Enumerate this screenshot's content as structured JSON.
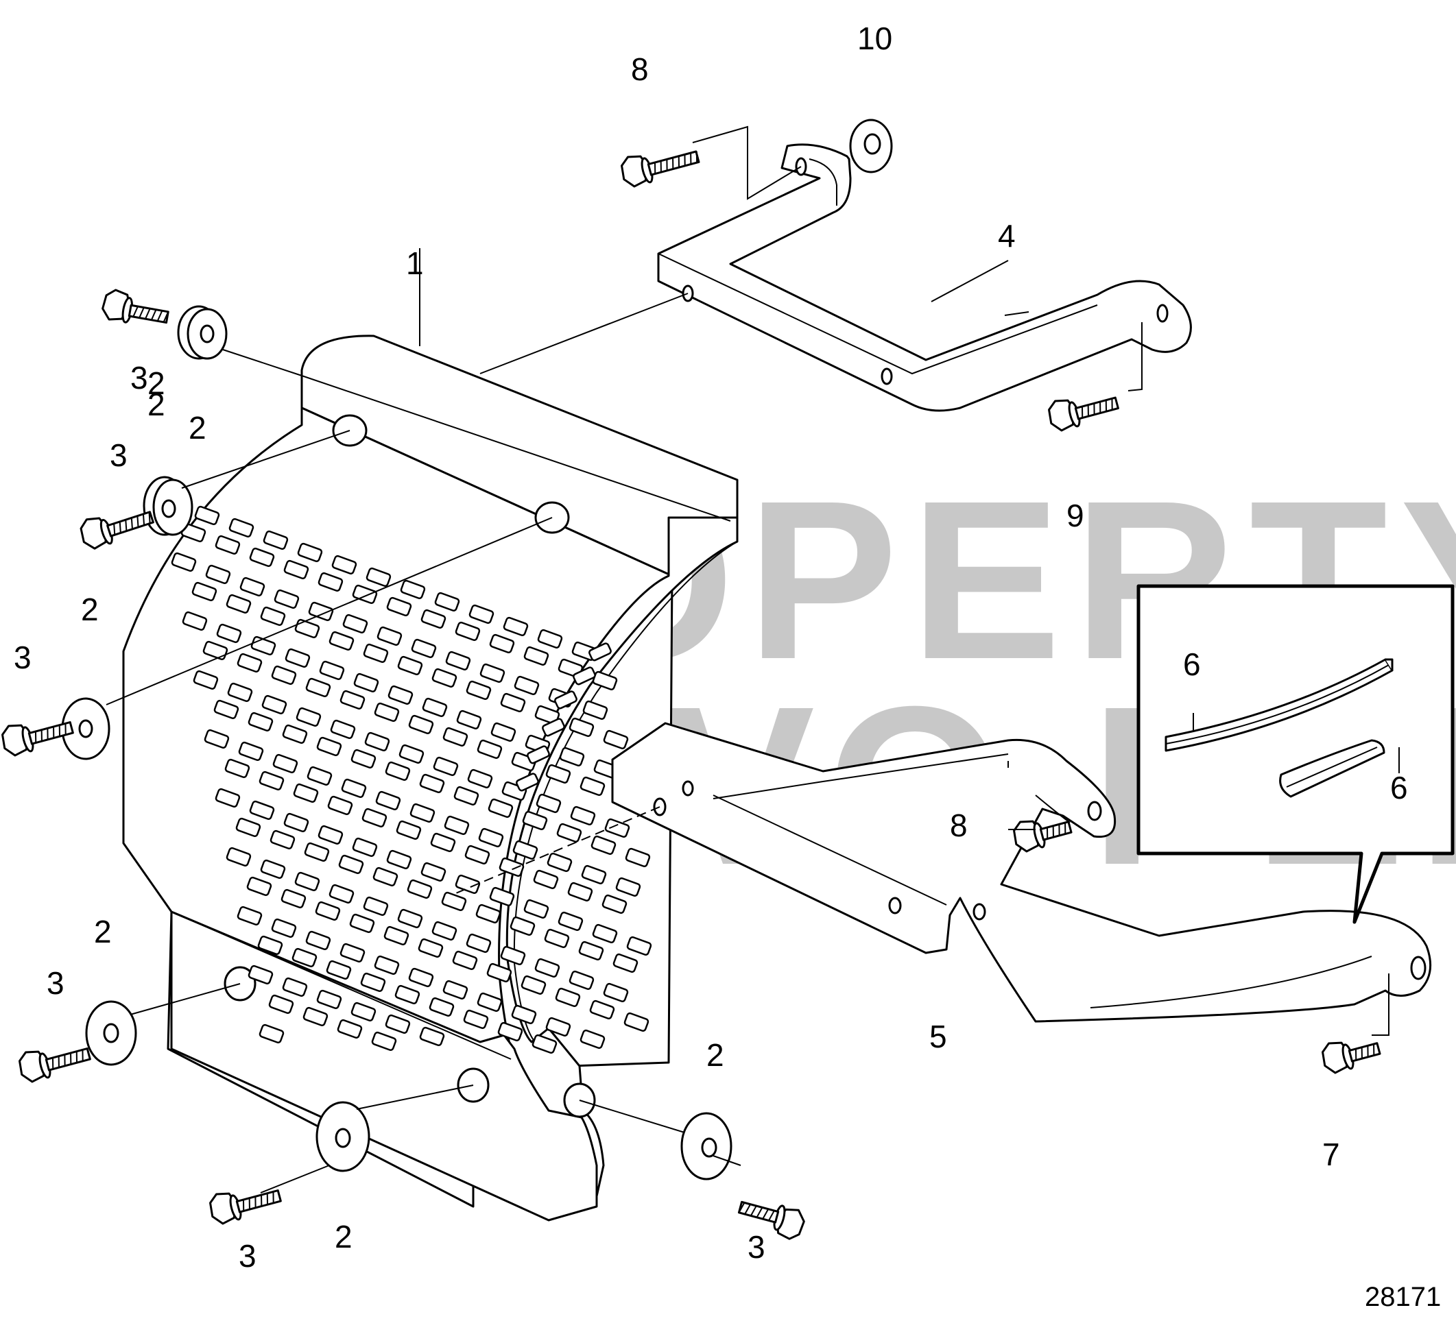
{
  "watermark": {
    "line1": "PROPERTY OF",
    "line2": "VOLVO PENTA"
  },
  "figure_number": "28171",
  "callouts": {
    "c1": "1",
    "c2a": "2",
    "c2b": "2",
    "c2c": "2",
    "c2d": "2",
    "c2e": "2",
    "c2f": "2",
    "c2g": "2",
    "c3a": "3",
    "c3b": "3",
    "c3c": "3",
    "c3d": "3",
    "c3e": "3",
    "c3f": "3",
    "c4": "4",
    "c5": "5",
    "c6a": "6",
    "c6b": "6",
    "c7": "7",
    "c8a": "8",
    "c8b": "8",
    "c9": "9",
    "c10": "10"
  }
}
